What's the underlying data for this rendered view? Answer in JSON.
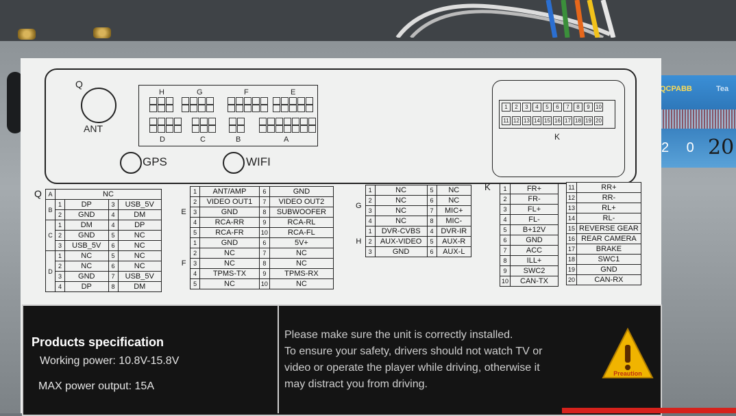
{
  "photo": {
    "sticker_brand": "QCPABB",
    "sticker_extra": "Tea",
    "sticker_digits": "2 0",
    "sticker_hand": "20"
  },
  "diagram": {
    "ant_letter": "Q",
    "ant_label": "ANT",
    "gps_label": "GPS",
    "wifi_label": "WIFI",
    "connectors_top": [
      "H",
      "G",
      "F",
      "E"
    ],
    "connectors_bottom": [
      "D",
      "C",
      "B",
      "A"
    ],
    "k_label": "K",
    "k_row1": [
      "1",
      "2",
      "3",
      "4",
      "5",
      "6",
      "7",
      "8",
      "9",
      "10"
    ],
    "k_row2": [
      "11",
      "12",
      "13",
      "14",
      "15",
      "16",
      "17",
      "18",
      "19",
      "20"
    ]
  },
  "table_q": {
    "label": "Q",
    "rows": [
      {
        "group": "A",
        "n1": "",
        "v1": "NC",
        "n2": "",
        "v2": ""
      },
      {
        "group": "B",
        "n1": "1",
        "v1": "DP",
        "n2": "3",
        "v2": "USB_5V"
      },
      {
        "group": "",
        "n1": "2",
        "v1": "GND",
        "n2": "4",
        "v2": "DM"
      },
      {
        "group": "C",
        "n1": "1",
        "v1": "DM",
        "n2": "4",
        "v2": "DP"
      },
      {
        "group": "",
        "n1": "2",
        "v1": "GND",
        "n2": "5",
        "v2": "NC"
      },
      {
        "group": "",
        "n1": "3",
        "v1": "USB_5V",
        "n2": "6",
        "v2": "NC"
      },
      {
        "group": "D",
        "n1": "1",
        "v1": "NC",
        "n2": "5",
        "v2": "NC"
      },
      {
        "group": "",
        "n1": "2",
        "v1": "NC",
        "n2": "6",
        "v2": "NC"
      },
      {
        "group": "",
        "n1": "3",
        "v1": "GND",
        "n2": "7",
        "v2": "USB_5V"
      },
      {
        "group": "",
        "n1": "4",
        "v1": "DP",
        "n2": "8",
        "v2": "DM"
      }
    ]
  },
  "table_ef": {
    "rows": [
      {
        "n1": "1",
        "v1": "ANT/AMP",
        "n2": "6",
        "v2": "GND"
      },
      {
        "n1": "2",
        "v1": "VIDEO OUT1",
        "n2": "7",
        "v2": "VIDEO OUT2"
      },
      {
        "n1": "3",
        "v1": "GND",
        "n2": "8",
        "v2": "SUBWOOFER"
      },
      {
        "n1": "4",
        "v1": "RCA-RR",
        "n2": "9",
        "v2": "RCA-RL"
      },
      {
        "n1": "5",
        "v1": "RCA-FR",
        "n2": "10",
        "v2": "RCA-FL"
      },
      {
        "n1": "1",
        "v1": "GND",
        "n2": "6",
        "v2": "5V+"
      },
      {
        "n1": "2",
        "v1": "NC",
        "n2": "7",
        "v2": "NC"
      },
      {
        "n1": "3",
        "v1": "NC",
        "n2": "8",
        "v2": "NC"
      },
      {
        "n1": "4",
        "v1": "TPMS-TX",
        "n2": "9",
        "v2": "TPMS-RX"
      },
      {
        "n1": "5",
        "v1": "NC",
        "n2": "10",
        "v2": "NC"
      }
    ],
    "group_e": "E",
    "group_f": "F"
  },
  "table_gh": {
    "rows": [
      {
        "n1": "1",
        "v1": "NC",
        "n2": "5",
        "v2": "NC"
      },
      {
        "n1": "2",
        "v1": "NC",
        "n2": "6",
        "v2": "NC"
      },
      {
        "n1": "3",
        "v1": "NC",
        "n2": "7",
        "v2": "MIC+"
      },
      {
        "n1": "4",
        "v1": "NC",
        "n2": "8",
        "v2": "MIC-"
      },
      {
        "n1": "1",
        "v1": "DVR-CVBS",
        "n2": "4",
        "v2": "DVR-IR"
      },
      {
        "n1": "2",
        "v1": "AUX-VIDEO",
        "n2": "5",
        "v2": "AUX-R"
      },
      {
        "n1": "3",
        "v1": "GND",
        "n2": "6",
        "v2": "AUX-L"
      }
    ],
    "group_g": "G",
    "group_h": "H"
  },
  "table_k": {
    "label": "K",
    "left": [
      {
        "n": "1",
        "v": "FR+"
      },
      {
        "n": "2",
        "v": "FR-"
      },
      {
        "n": "3",
        "v": "FL+"
      },
      {
        "n": "4",
        "v": "FL-"
      },
      {
        "n": "5",
        "v": "B+12V"
      },
      {
        "n": "6",
        "v": "GND"
      },
      {
        "n": "7",
        "v": "ACC"
      },
      {
        "n": "8",
        "v": "ILL+"
      },
      {
        "n": "9",
        "v": "SWC2"
      },
      {
        "n": "10",
        "v": "CAN-TX"
      }
    ],
    "right": [
      {
        "n": "11",
        "v": "RR+"
      },
      {
        "n": "12",
        "v": "RR-"
      },
      {
        "n": "13",
        "v": "RL+"
      },
      {
        "n": "14",
        "v": "RL-"
      },
      {
        "n": "15",
        "v": "REVERSE GEAR"
      },
      {
        "n": "16",
        "v": "REAR CAMERA"
      },
      {
        "n": "17",
        "v": "BRAKE"
      },
      {
        "n": "18",
        "v": "SWC1"
      },
      {
        "n": "19",
        "v": "GND"
      },
      {
        "n": "20",
        "v": "CAN-RX"
      }
    ]
  },
  "spec": {
    "title": "Products specification",
    "working_power": "Working power: 10.8V-15.8V",
    "max_power": "MAX power output: 15A",
    "warning_lines": [
      "Please make sure the unit is correctly installed.",
      "To ensure your safety, drivers should not watch TV or",
      "video or operate the player while driving, otherwise it",
      "may distract you from driving."
    ],
    "caution_label": "Preaution"
  },
  "colors": {
    "label_bg": "#f0f1f0",
    "panel_bg": "#141414",
    "caution_yellow": "#f0b400",
    "sticker_blue": "#2d76b8"
  }
}
